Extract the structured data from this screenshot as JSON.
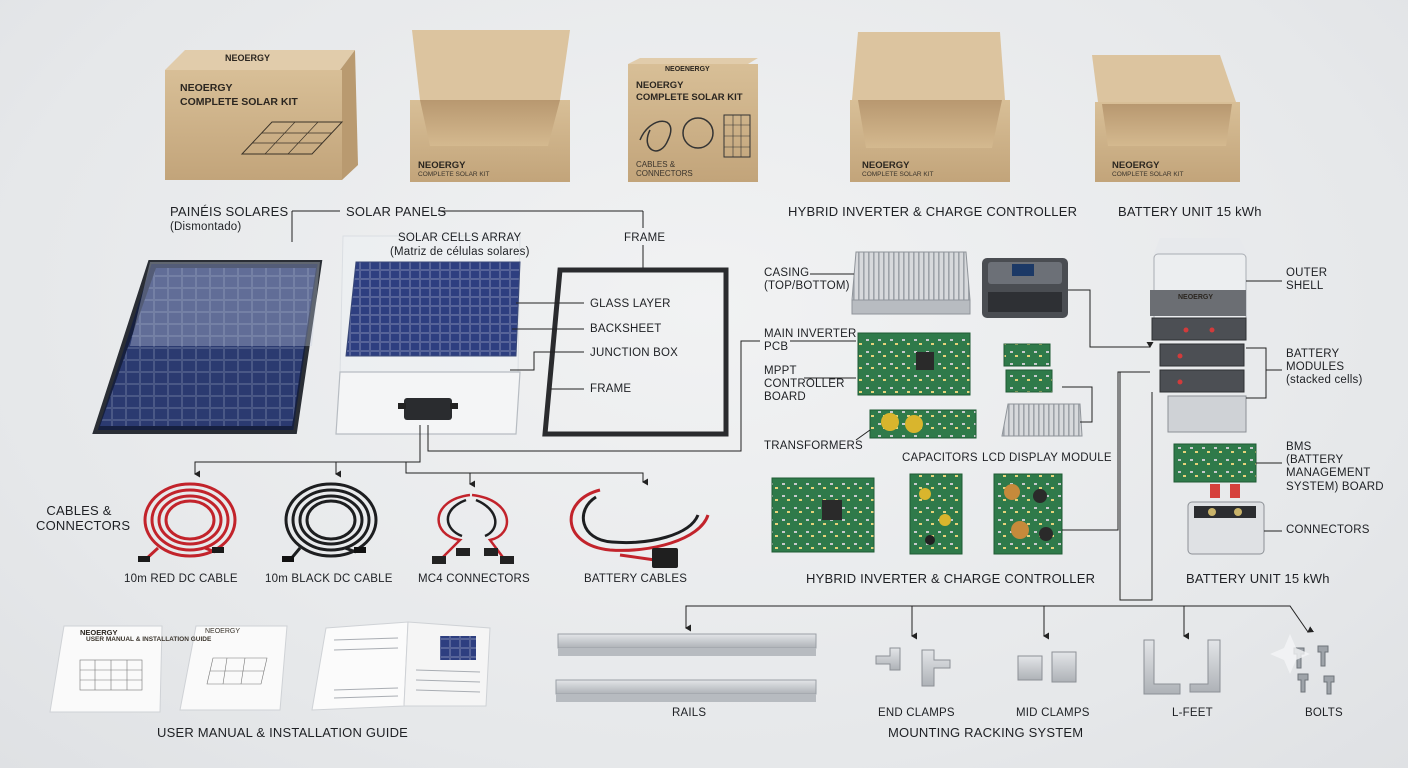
{
  "boxes": {
    "box1": {
      "brand": "NEOERGY",
      "title_line1": "NEOERGY",
      "title_line2": "COMPLETE SOLAR KIT"
    },
    "box2": {
      "brand": "NEOERGY",
      "sub": "COMPLETE SOLAR KIT"
    },
    "box3": {
      "brand_top": "NEOENERGY",
      "title_line1": "NEOERGY",
      "title_line2": "COMPLETE SOLAR KIT",
      "sub_line1": "CABLES &",
      "sub_line2": "CONNECTORS"
    },
    "box4": {
      "brand": "NEOERGY",
      "sub": "COMPLETE SOLAR KIT"
    },
    "box5": {
      "brand": "NEOERGY",
      "sub": "COMPLETE SOLAR KIT"
    }
  },
  "headers": {
    "paineis": "PAINÉIS SOLARES",
    "paineis_sub": "(Dismontado)",
    "solar_panels": "SOLAR PANELS",
    "hybrid_top": "HYBRID INVERTER & CHARGE CONTROLLER",
    "battery_top": "BATTERY UNIT 15 kWh"
  },
  "panel_labels": {
    "cells_array": "SOLAR CELLS ARRAY",
    "cells_array_sub": "(Matriz de células solares)",
    "frame_top": "FRAME",
    "glass": "GLASS LAYER",
    "backsheet": "BACKSHEET",
    "junction": "JUNCTION BOX",
    "frame": "FRAME"
  },
  "inverter_labels": {
    "casing": "CASING\n(TOP/BOTTOM)",
    "main_pcb": "MAIN INVERTER\nPCB",
    "mppt": "MPPT\nCONTROLLER\nBOARD",
    "transformers": "TRANSFORMERS",
    "capacitors": "CAPACITORS",
    "lcd": "LCD DISPLAY MODULE",
    "bottom": "HYBRID INVERTER & CHARGE CONTROLLER"
  },
  "battery_labels": {
    "outer_shell": "OUTER\nSHELL",
    "modules": "BATTERY\nMODULES\n(stacked cells)",
    "bms": "BMS\n(BATTERY\nMANAGEMENT\nSYSTEM) BOARD",
    "connectors": "CONNECTORS",
    "bottom": "BATTERY UNIT 15 kWh",
    "face_text": "NEOERGY"
  },
  "cables": {
    "group": "CABLES &\nCONNECTORS",
    "red": "10m RED DC CABLE",
    "black": "10m BLACK DC CABLE",
    "mc4": "MC4 CONNECTORS",
    "battery": "BATTERY CABLES"
  },
  "manuals": {
    "label": "USER MANUAL & INSTALLATION GUIDE",
    "m1_brand": "NEOERGY",
    "m1_title": "USER MANUAL &\nINSTALLATION GUIDE",
    "m2_brand": "NEOERGY"
  },
  "racking": {
    "rails": "RAILS",
    "end_clamps": "END CLAMPS",
    "mid_clamps": "MID CLAMPS",
    "lfeet": "L-FEET",
    "bolts": "BOLTS",
    "system": "MOUNTING RACKING SYSTEM"
  },
  "colors": {
    "cardboard": "#c9ad84",
    "panel_blue": "#1f2a52",
    "pcb_green": "#2f7a4a",
    "red_cable": "#c2232b",
    "aluminum": "#c9ccd0"
  }
}
